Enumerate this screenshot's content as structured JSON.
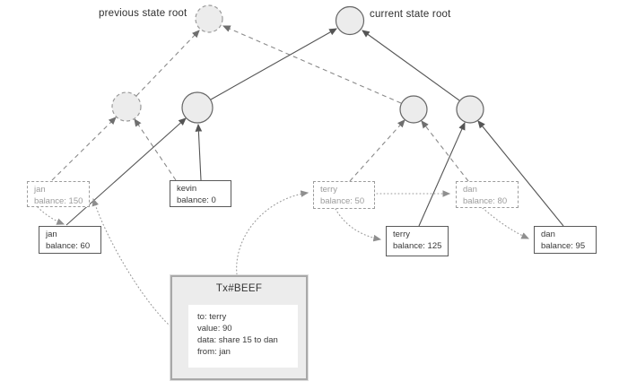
{
  "diagram": {
    "previous_root_label": "previous state root",
    "current_root_label": "current state root"
  },
  "leaves": {
    "jan_old": {
      "name": "jan",
      "balance": "balance: 150"
    },
    "jan_new": {
      "name": "jan",
      "balance": "balance: 60"
    },
    "kevin": {
      "name": "kevin",
      "balance": "balance: 0"
    },
    "terry_old": {
      "name": "terry",
      "balance": "balance: 50"
    },
    "terry_new": {
      "name": "terry",
      "balance": "balance: 125"
    },
    "dan_old": {
      "name": "dan",
      "balance": "balance: 80"
    },
    "dan_new": {
      "name": "dan",
      "balance": "balance: 95"
    }
  },
  "tx": {
    "title": "Tx#BEEF",
    "lines": [
      "to: terry",
      "value: 90",
      "data: share 15 to dan",
      "from: jan"
    ]
  },
  "edges": [
    {
      "from": "jan-old",
      "to": "branch-old-left",
      "style": "dashed"
    },
    {
      "from": "kevin",
      "to": "branch-old-left",
      "style": "dashed"
    },
    {
      "from": "branch-old-left",
      "to": "previous-root",
      "style": "dashed"
    },
    {
      "from": "branch-old-right",
      "to": "previous-root",
      "style": "dashed"
    },
    {
      "from": "terry-old",
      "to": "branch-old-right",
      "style": "dashed"
    },
    {
      "from": "dan-old",
      "to": "branch-old-right",
      "style": "dashed"
    },
    {
      "from": "jan-new",
      "to": "branch-new-left",
      "style": "solid"
    },
    {
      "from": "kevin",
      "to": "branch-new-left",
      "style": "solid"
    },
    {
      "from": "branch-new-left",
      "to": "current-root",
      "style": "solid"
    },
    {
      "from": "branch-new-right",
      "to": "current-root",
      "style": "solid"
    },
    {
      "from": "terry-new",
      "to": "branch-new-right",
      "style": "solid"
    },
    {
      "from": "dan-new",
      "to": "branch-new-right",
      "style": "solid"
    },
    {
      "from": "tx",
      "to": "jan-old",
      "style": "dotted"
    },
    {
      "from": "tx",
      "to": "terry-old",
      "style": "dotted"
    },
    {
      "from": "jan-old",
      "to": "jan-new",
      "style": "dotted"
    },
    {
      "from": "terry-old",
      "to": "terry-new",
      "style": "dotted"
    },
    {
      "from": "terry-old",
      "to": "dan-old",
      "style": "dotted"
    },
    {
      "from": "dan-old",
      "to": "dan-new",
      "style": "dotted"
    }
  ],
  "colors": {
    "node_fill": "#ececec",
    "solid_stroke": "#5a5a5a",
    "dashed_stroke": "#8a8a8a",
    "dotted_stroke": "#9a9a9a",
    "muted_text": "#9c9c9c",
    "dark_text": "#383838",
    "tx_fill": "#ececec"
  }
}
